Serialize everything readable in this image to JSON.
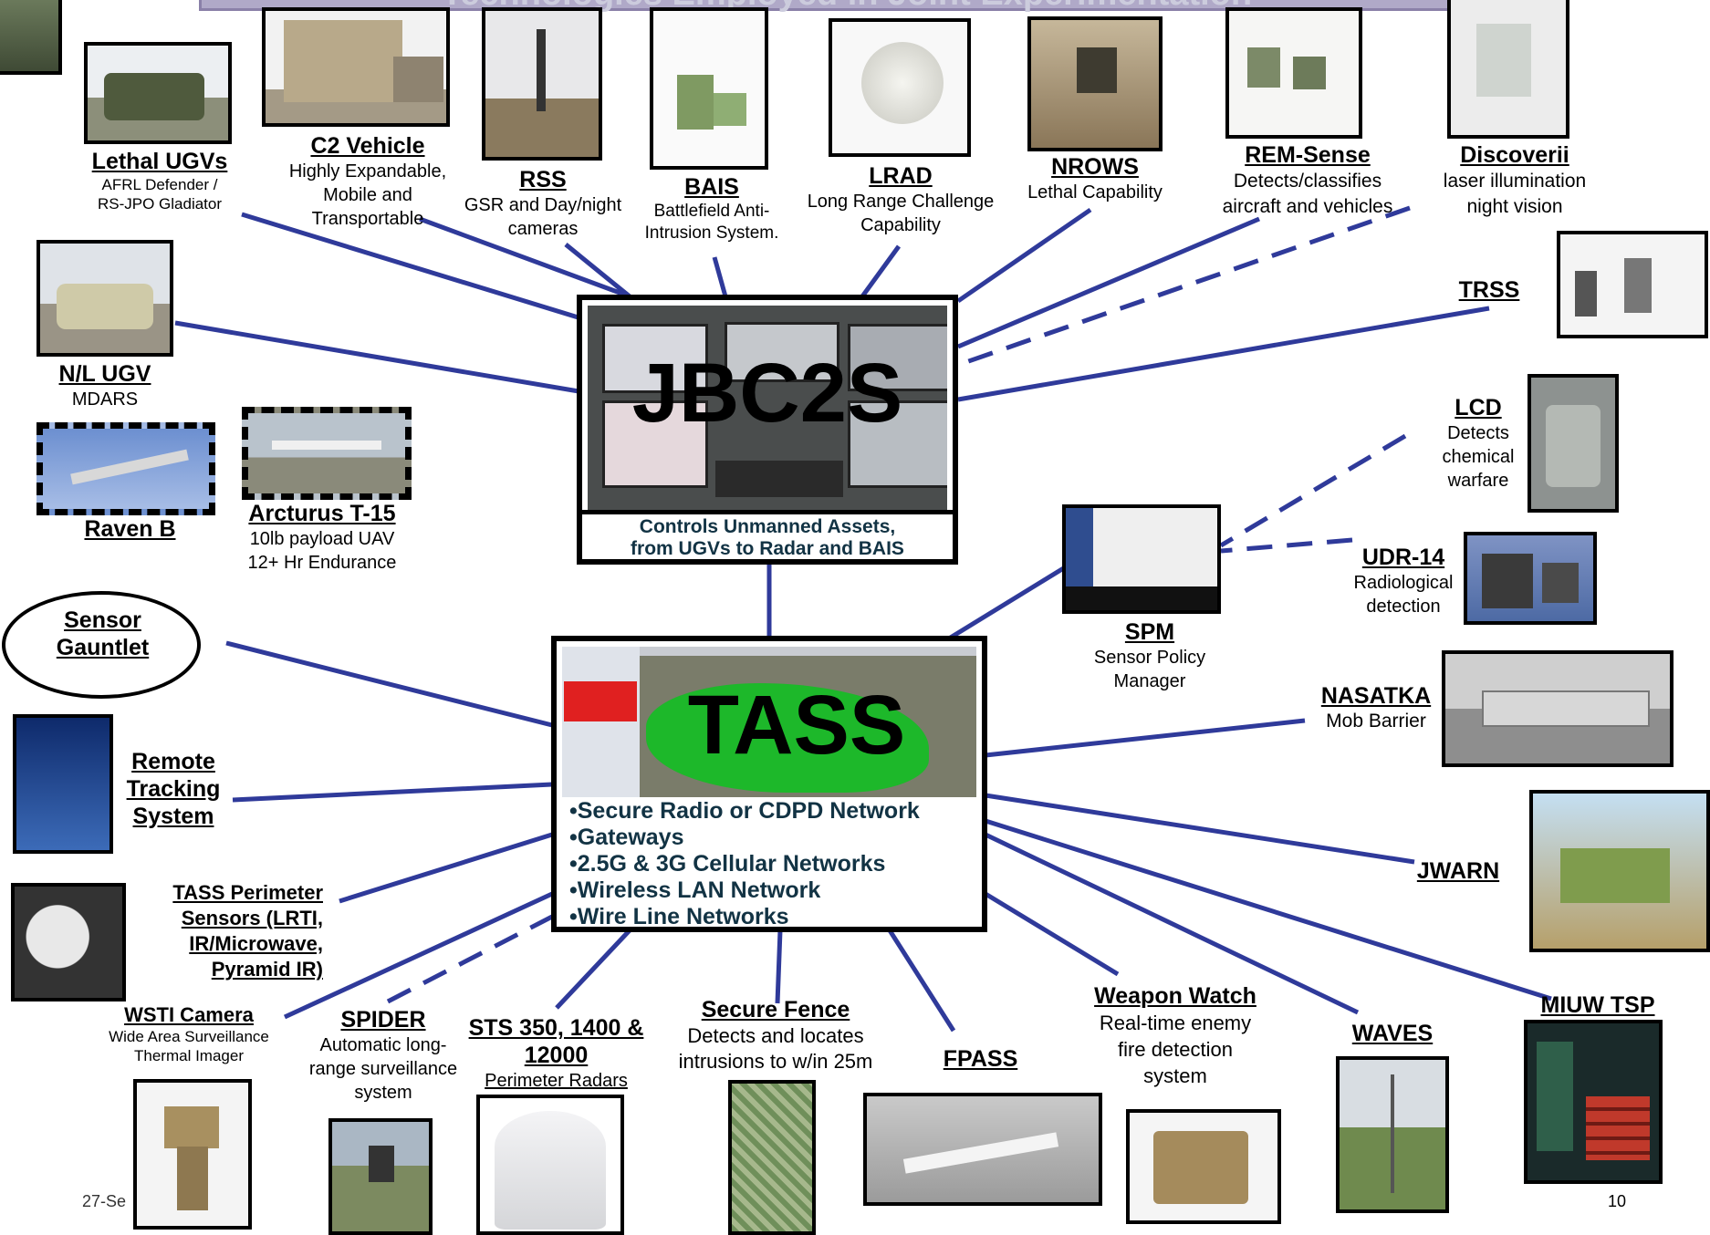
{
  "banner": {
    "title": "Technologies Employed in Joint Experimentation"
  },
  "colors": {
    "connector": "#2f3a9a",
    "hub_caption": "#123344",
    "banner_bg": "#b0a9c8"
  },
  "hubs": {
    "jbc2s": {
      "name": "JBC2S",
      "caption_line1": "Controls Unmanned Assets,",
      "caption_line2": "from UGVs to Radar and BAIS"
    },
    "tass": {
      "name": "TASS",
      "networks": [
        "•Secure Radio or CDPD Network",
        "•Gateways",
        "•2.5G & 3G Cellular Networks",
        "•Wireless LAN Network",
        "•Wire Line Networks"
      ]
    }
  },
  "nodes": {
    "lethal_ugvs": {
      "title": "Lethal UGVs",
      "desc1": "AFRL Defender /",
      "desc2": "RS-JPO Gladiator"
    },
    "c2_vehicle": {
      "title": "C2 Vehicle",
      "desc1": "Highly Expandable,",
      "desc2": "Mobile and",
      "desc3": "Transportable"
    },
    "rss": {
      "title": "RSS",
      "desc1": "GSR and Day/night",
      "desc2": "cameras"
    },
    "bais": {
      "title": "BAIS",
      "desc1": "Battlefield Anti-",
      "desc2": "Intrusion System."
    },
    "lrad": {
      "title": "LRAD",
      "desc1": "Long Range Challenge",
      "desc2": "Capability"
    },
    "nrows": {
      "title": "NROWS",
      "desc1": "Lethal Capability"
    },
    "rem_sense": {
      "title": "REM-Sense",
      "desc1": "Detects/classifies",
      "desc2": "aircraft and vehicles"
    },
    "discoverii": {
      "title": "Discoverii",
      "desc1": "laser illumination",
      "desc2": "night vision"
    },
    "trss": {
      "title": "TRSS"
    },
    "nl_ugv": {
      "title": "N/L UGV",
      "desc1": "MDARS"
    },
    "raven_b": {
      "title": "Raven B"
    },
    "arcturus": {
      "title": "Arcturus T-15",
      "desc1": "10lb payload UAV",
      "desc2": "12+ Hr Endurance"
    },
    "lcd": {
      "title": "LCD",
      "desc1": "Detects",
      "desc2": "chemical",
      "desc3": "warfare"
    },
    "udr14": {
      "title": "UDR-14",
      "desc1": "Radiological",
      "desc2": "detection"
    },
    "spm": {
      "title": "SPM",
      "desc1": "Sensor Policy",
      "desc2": "Manager"
    },
    "sensor_gauntlet": {
      "title1": "Sensor",
      "title2": "Gauntlet"
    },
    "nasatka": {
      "title": "NASATKA",
      "desc1": "Mob Barrier"
    },
    "remote_tracking": {
      "title1": "Remote",
      "title2": "Tracking",
      "title3": "System"
    },
    "jwarn": {
      "title": "JWARN"
    },
    "tass_perimeter": {
      "title1": "TASS Perimeter",
      "title2": "Sensors (LRTI,",
      "title3": "IR/Microwave,",
      "title4": "Pyramid IR)"
    },
    "wsti": {
      "title": "WSTI Camera",
      "desc1": "Wide Area Surveillance",
      "desc2": "Thermal Imager"
    },
    "spider": {
      "title": "SPIDER",
      "desc1": "Automatic long-",
      "desc2": "range surveillance",
      "desc3": "system"
    },
    "sts": {
      "title1": "STS 350, 1400 &",
      "title2": "12000",
      "desc1": "Perimeter Radars"
    },
    "secure_fence": {
      "title": "Secure Fence",
      "desc1": "Detects and locates",
      "desc2": "intrusions to w/in 25m"
    },
    "fpass": {
      "title": "FPASS"
    },
    "weapon_watch": {
      "title": "Weapon Watch",
      "desc1": "Real-time enemy",
      "desc2": "fire detection",
      "desc3": "system"
    },
    "waves": {
      "title": "WAVES"
    },
    "miuw": {
      "title": "MIUW TSP"
    }
  },
  "footer": {
    "date": "27-Se"
  },
  "page_number": "10"
}
